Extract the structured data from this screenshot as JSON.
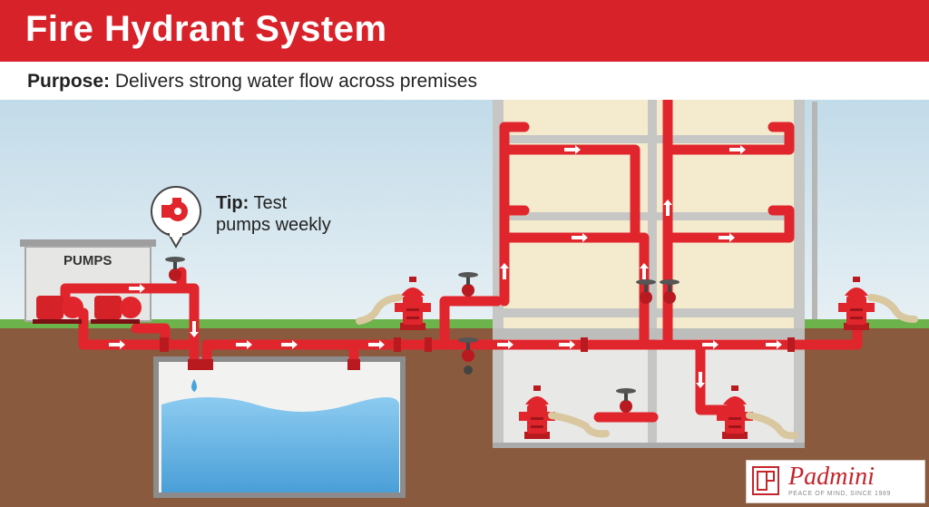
{
  "title": "Fire Hydrant System",
  "purpose": {
    "label": "Purpose:",
    "text": " Delivers strong water flow across premises"
  },
  "tip": {
    "label": "Tip:",
    "line1": " Test",
    "line2": "pumps weekly"
  },
  "pumps_label": "PUMPS",
  "logo": {
    "name": "Padmini",
    "tagline": "PEACE OF MIND, SINCE 1989"
  },
  "colors": {
    "brand_red": "#d8222a",
    "pipe_red": "#e1252c",
    "sky": "#cfe3ee",
    "ground": "#8a5a3e",
    "water": "#5aaee2",
    "building": "#cfcfcd"
  },
  "icons": [
    "pump-icon",
    "hydrant-icon",
    "valve-icon",
    "flow-arrow-icon",
    "water-drop-icon"
  ]
}
